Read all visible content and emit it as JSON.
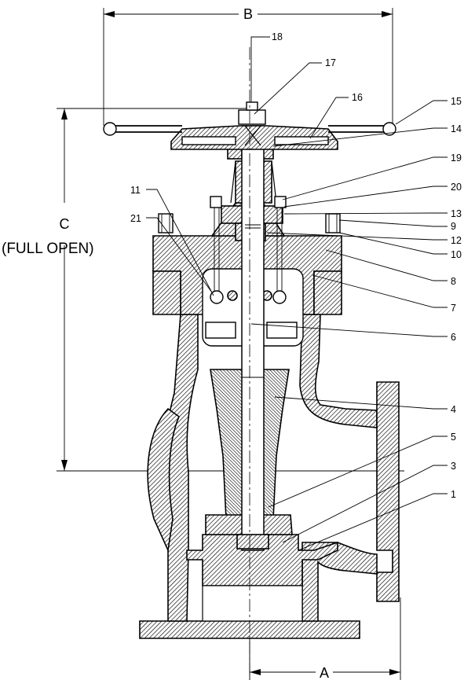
{
  "dimensions": {
    "a": "A",
    "b": "B",
    "c": "C",
    "c_note": "(FULL  OPEN)"
  },
  "callouts": {
    "p1": "1",
    "p3": "3",
    "p4": "4",
    "p5": "5",
    "p6": "6",
    "p7": "7",
    "p8": "8",
    "p9": "9",
    "p10": "10",
    "p11": "11",
    "p12": "12",
    "p13": "13",
    "p14": "14",
    "p15": "15",
    "p16": "16",
    "p17": "17",
    "p18": "18",
    "p19": "19",
    "p20": "20",
    "p21": "21"
  }
}
